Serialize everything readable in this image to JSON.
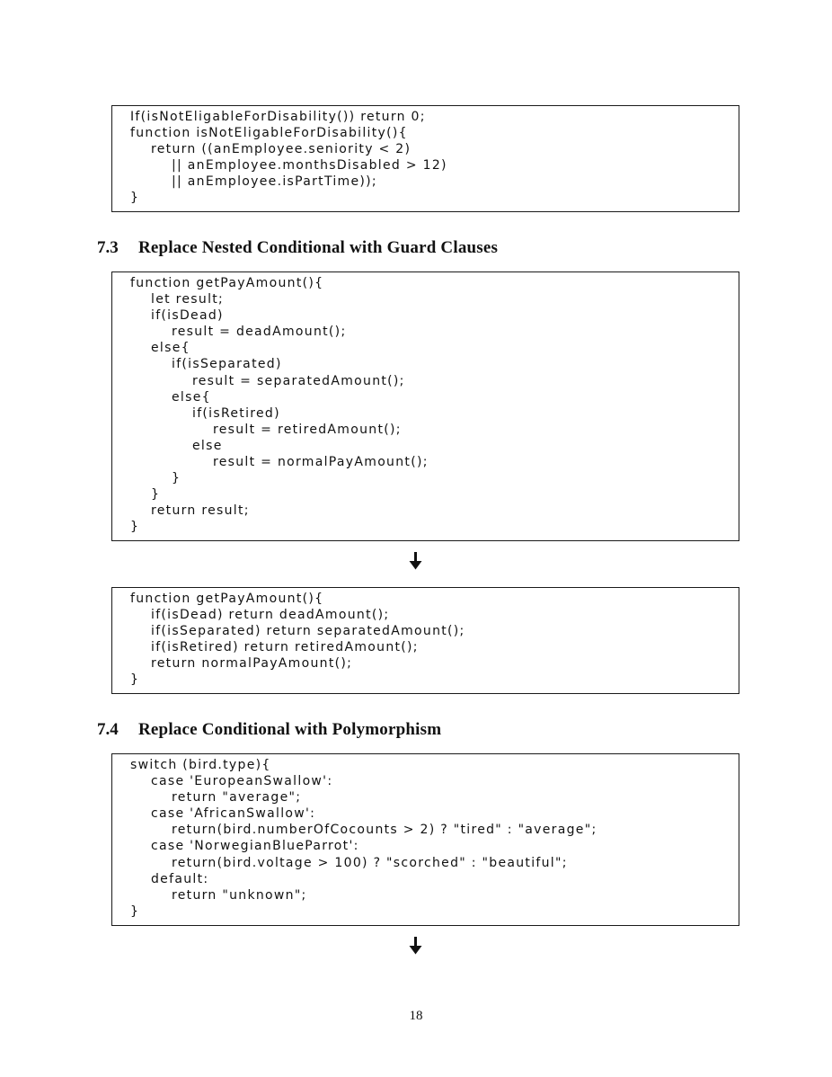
{
  "listings": {
    "disability_guard": [
      "If(isNotEligableForDisability()) return 0;",
      "function isNotEligableForDisability(){",
      "    return ((anEmployee.seniority < 2)",
      "        || anEmployee.monthsDisabled > 12)",
      "        || anEmployee.isPartTime));",
      "}"
    ],
    "nested_before": [
      "function getPayAmount(){",
      "    let result;",
      "    if(isDead)",
      "        result = deadAmount();",
      "    else{",
      "        if(isSeparated)",
      "            result = separatedAmount();",
      "        else{",
      "            if(isRetired)",
      "                result = retiredAmount();",
      "            else",
      "                result = normalPayAmount();",
      "        }",
      "    }",
      "    return result;",
      "}"
    ],
    "nested_after": [
      "function getPayAmount(){",
      "    if(isDead) return deadAmount();",
      "    if(isSeparated) return separatedAmount();",
      "    if(isRetired) return retiredAmount();",
      "    return normalPayAmount();",
      "}"
    ],
    "polymorphism_before": [
      "switch (bird.type){",
      "    case 'EuropeanSwallow':",
      "        return \"average\";",
      "    case 'AfricanSwallow':",
      "        return(bird.numberOfCocounts > 2) ? \"tired\" : \"average\";",
      "    case 'NorwegianBlueParrot':",
      "        return(bird.voltage > 100) ? \"scorched\" : \"beautiful\";",
      "    default:",
      "        return \"unknown\";",
      "}"
    ]
  },
  "sections": {
    "s73": {
      "number": "7.3",
      "title": "Replace Nested Conditional with Guard Clauses"
    },
    "s74": {
      "number": "7.4",
      "title": "Replace Conditional with Polymorphism"
    }
  },
  "icons": {
    "arrow": "arrow-down-icon"
  },
  "page_number": "18"
}
